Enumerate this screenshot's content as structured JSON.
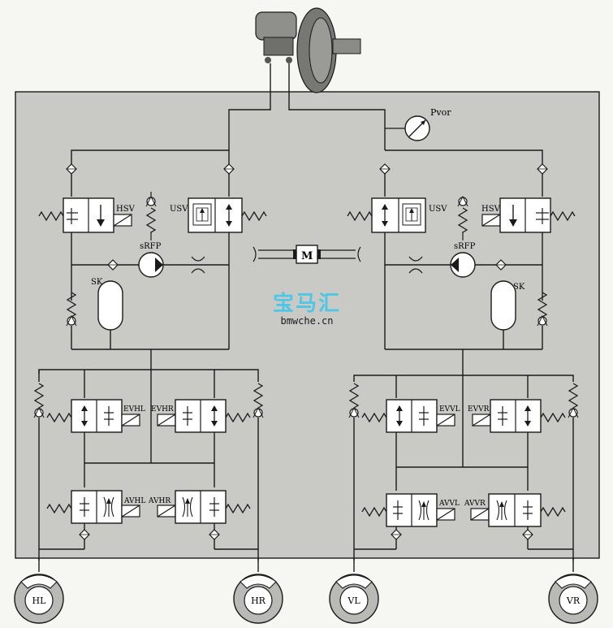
{
  "labels": {
    "pvor": "Pvor",
    "motor": "M",
    "hsv_left": "HSV",
    "usv_left": "USV",
    "hsv_right": "HSV",
    "usv_right": "USV",
    "srfp_left": "sRFP",
    "srfp_right": "sRFP",
    "sk_left": "SK",
    "sk_right": "SK",
    "evhl": "EVHL",
    "evhr": "EVHR",
    "evvl": "EVVL",
    "evvr": "EVVR",
    "avhl": "AVHL",
    "avhr": "AVHR",
    "avvl": "AVVL",
    "avvr": "AVVR"
  },
  "wheels": {
    "hl": "HL",
    "hr": "HR",
    "vl": "VL",
    "vr": "VR"
  },
  "watermark": {
    "logo": "宝马汇",
    "url": "bmwche.cn"
  },
  "colors": {
    "panel": "#c9c9c6",
    "line": "#1a1a1a",
    "valve": "#ffffff",
    "watermark": "#4fc6e6"
  }
}
